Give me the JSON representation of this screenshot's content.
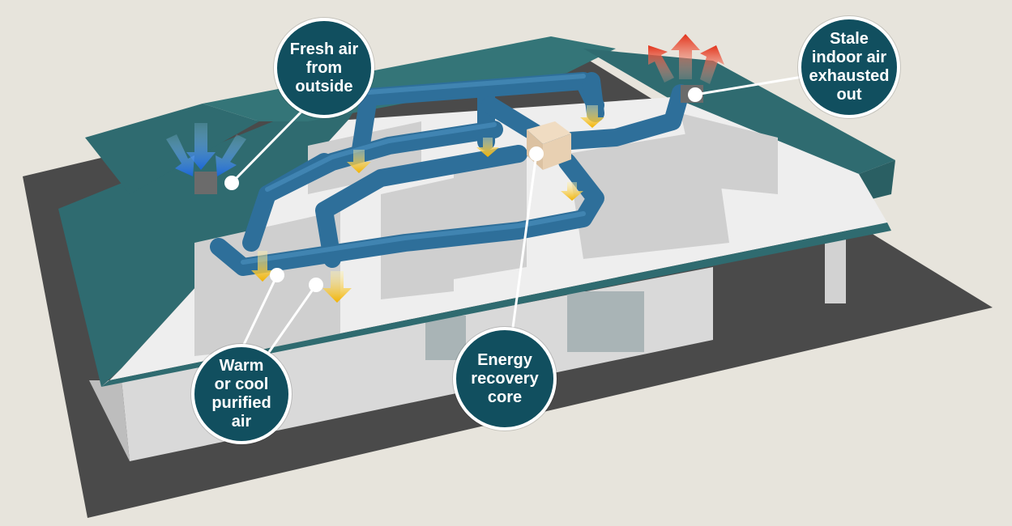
{
  "callouts": {
    "fresh_air": [
      "Fresh air",
      "from",
      "outside"
    ],
    "stale_air": [
      "Stale",
      "indoor air",
      "exhausted",
      "out"
    ],
    "warm_cool": [
      "Warm",
      "or cool",
      "purified",
      "air"
    ],
    "energy_core": [
      "Energy",
      "recovery",
      "core"
    ]
  },
  "icons": {
    "intake_arrows": "blue-down-arrows-icon",
    "exhaust_arrows": "red-up-arrows-icon",
    "supply_vents": "yellow-down-arrow-icon"
  },
  "colors": {
    "background": "#e7e4dc",
    "roof": "#2f6b70",
    "duct": "#2e6f9a",
    "callout": "#114f5f",
    "supply_arrow": "#f4b400",
    "exhaust_arrow": "#e03a1e",
    "intake_arrow": "#1e6fd0"
  }
}
